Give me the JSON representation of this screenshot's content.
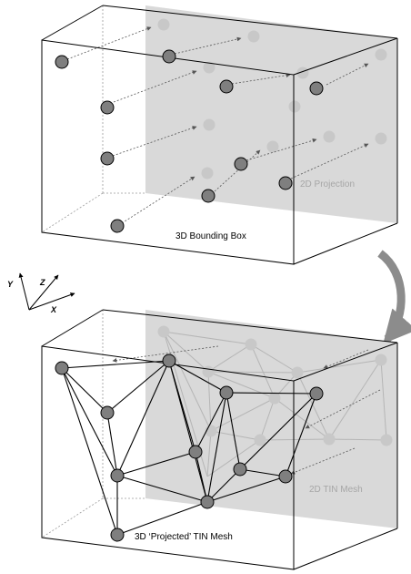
{
  "top_panel": {
    "box_label": "3D Bounding Box",
    "plane_label": "2D Projection"
  },
  "bottom_panel": {
    "box_label": "3D ‘Projected’ TIN Mesh",
    "plane_label": "2D TIN Mesh"
  },
  "axes": {
    "y": "Y",
    "z": "Z",
    "x": "X"
  },
  "colors": {
    "plane_fill": "#d9d9d9",
    "node_dark": "#7f7f7f",
    "node_light": "#c8c8c8",
    "edge_dark": "#000000",
    "edge_light": "#b5b5b5",
    "plane_text": "#a6a6a6",
    "curved_arrow": "#8c8c8c"
  }
}
